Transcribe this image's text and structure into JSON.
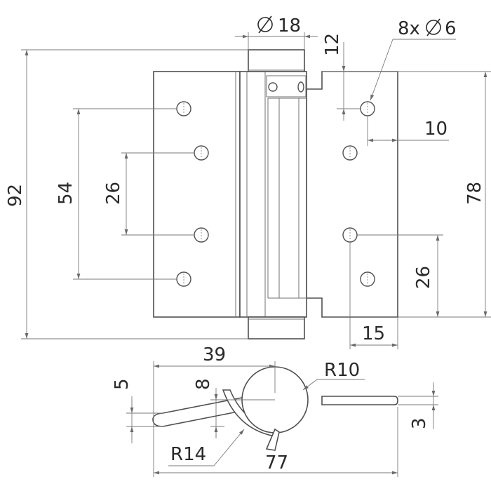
{
  "labels": {
    "pin_diameter": "18",
    "holes": "8x",
    "hole_diameter": "6",
    "top_offset": "12",
    "edge_offset": "10",
    "total_height": "92",
    "leaf_height": "78",
    "outer_hole_span": "54",
    "inner_hole_span": "26",
    "lower_hole_span": "26",
    "hole_inset": "15",
    "half_width": "39",
    "knuckle_radius": "R10",
    "leaf_offset": "5",
    "pin_offset": "8",
    "leaf_thickness": "3",
    "bend_radius": "R14",
    "total_width": "77"
  },
  "symbols": {
    "diameter": "diameter-symbol"
  },
  "colors": {
    "line": "#505050",
    "dimension": "#7a7a7a",
    "text": "#2a2a2a"
  }
}
